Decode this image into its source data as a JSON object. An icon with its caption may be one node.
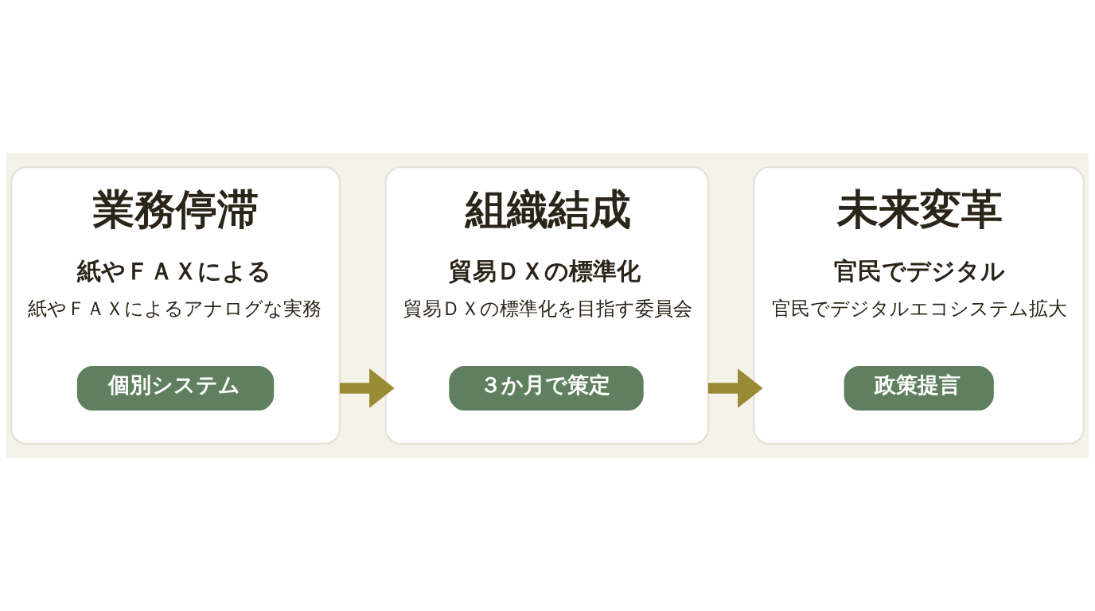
{
  "diagram": {
    "nodes": [
      {
        "text": [
          "業務停滞",
          "紙やＦＡＸによる",
          "紙やＦＡＸによるアナログな実務"
        ]
      },
      {
        "text": [
          "個別システム"
        ],
        "in": 0
      },
      {
        "text": [
          "組織結成",
          "貿易ＤＸの標準化",
          "貿易ＤＸの標準化を目指す委員会"
        ]
      },
      {
        "text": [
          "３か月で策定"
        ],
        "in": 2
      },
      {
        "text": [
          "未来変革",
          "官民でデジタル",
          "官民でデジタルエコシステム拡大"
        ]
      },
      {
        "text": [
          "政策提言"
        ],
        "in": 4
      }
    ],
    "edges": [
      {
        "from": 0,
        "to": 2,
        "arrow": "to"
      },
      {
        "from": 2,
        "to": 4,
        "arrow": "to"
      }
    ]
  }
}
